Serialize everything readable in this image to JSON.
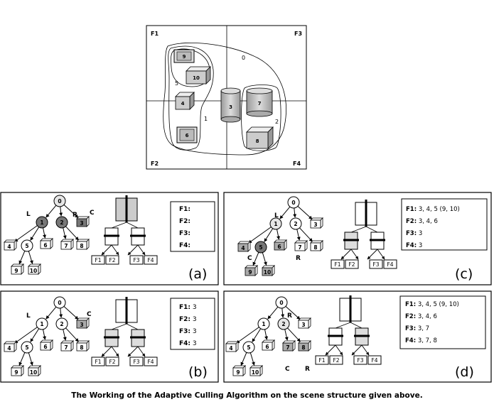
{
  "scene": {
    "corner_labels": [
      "F1",
      "F3",
      "F2",
      "F4"
    ],
    "object_labels": [
      "9",
      "10",
      "4",
      "3",
      "7",
      "6",
      "8"
    ],
    "region_labels": [
      "0",
      "5",
      "1",
      "2"
    ]
  },
  "panels": [
    {
      "id": "a",
      "tag": "(a)",
      "tree_nodes": [
        "0",
        "1",
        "2",
        "3",
        "4",
        "5",
        "6",
        "7",
        "8",
        "9",
        "10"
      ],
      "node_labels": [
        "L",
        "R",
        "C"
      ],
      "leaf_labels": [
        "F1",
        "F2",
        "F3",
        "F4"
      ],
      "results": [
        "F1:",
        "F2:",
        "F3:",
        "F4:"
      ]
    },
    {
      "id": "b",
      "tag": "(b)",
      "tree_nodes": [
        "0",
        "1",
        "2",
        "3",
        "4",
        "5",
        "6",
        "7",
        "8",
        "9",
        "10"
      ],
      "node_labels": [
        "L",
        "C"
      ],
      "leaf_labels": [
        "F1",
        "F2",
        "F3",
        "F4"
      ],
      "results": [
        "F1: 3",
        "F2: 3",
        "F3: 3",
        "F4: 3"
      ]
    },
    {
      "id": "c",
      "tag": "(c)",
      "tree_nodes": [
        "0",
        "1",
        "2",
        "3",
        "4",
        "5",
        "6",
        "7",
        "8",
        "9",
        "10"
      ],
      "node_labels": [
        "L",
        "C",
        "R"
      ],
      "leaf_labels": [
        "F1",
        "F2",
        "F3",
        "F4"
      ],
      "results": [
        "F1: 3, 4, 5 (9, 10)",
        "F2: 3, 4, 6",
        "F3: 3",
        "F4: 3"
      ]
    },
    {
      "id": "d",
      "tag": "(d)",
      "tree_nodes": [
        "0",
        "1",
        "2",
        "3",
        "4",
        "5",
        "6",
        "7",
        "8",
        "9",
        "10"
      ],
      "node_labels": [
        "R",
        "C",
        "R"
      ],
      "leaf_labels": [
        "F1",
        "F2",
        "F3",
        "F4"
      ],
      "results": [
        "F1: 3, 4, 5 (9, 10)",
        "F2: 3, 4, 6",
        "F3: 3, 7",
        "F4: 3, 7, 8"
      ]
    }
  ],
  "caption": "The Working of the Adaptive Culling Algorithm on the scene structure given above."
}
